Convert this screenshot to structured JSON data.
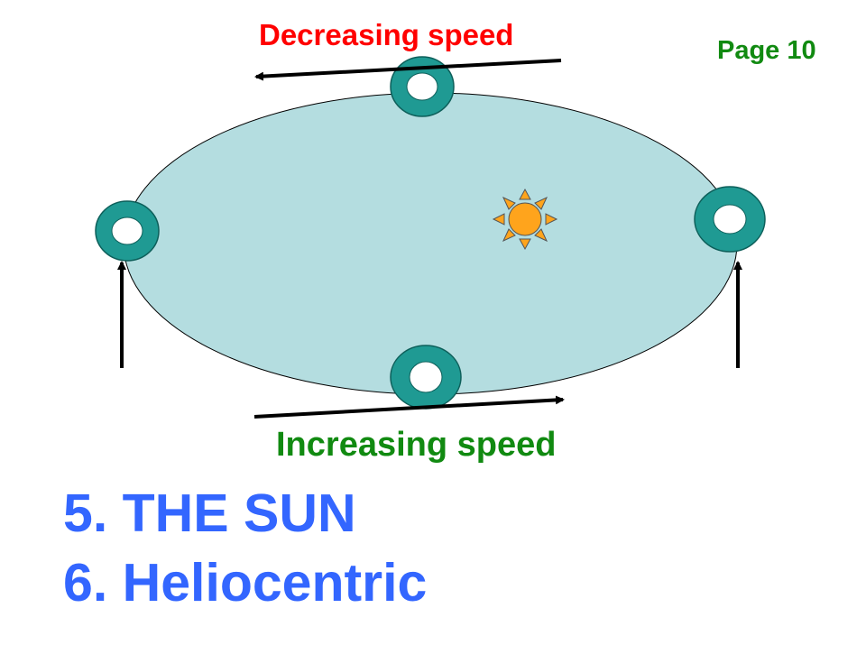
{
  "labels": {
    "page": "Page 10",
    "decreasing": "Decreasing speed",
    "increasing": "Increasing speed"
  },
  "answers": [
    {
      "number": "5.",
      "text": "THE SUN"
    },
    {
      "number": "6.",
      "text": "Heliocentric"
    }
  ],
  "colors": {
    "orbit_fill": "#b4dde0",
    "planet_ring": "#1f9a93",
    "sun": "#ffa41c",
    "red_label": "#ff0000",
    "green_label": "#118a11",
    "answer_blue": "#3366ff",
    "arrow": "#000000"
  },
  "icons": {
    "sun": "sun-icon",
    "planet": "planet-ring-icon"
  }
}
